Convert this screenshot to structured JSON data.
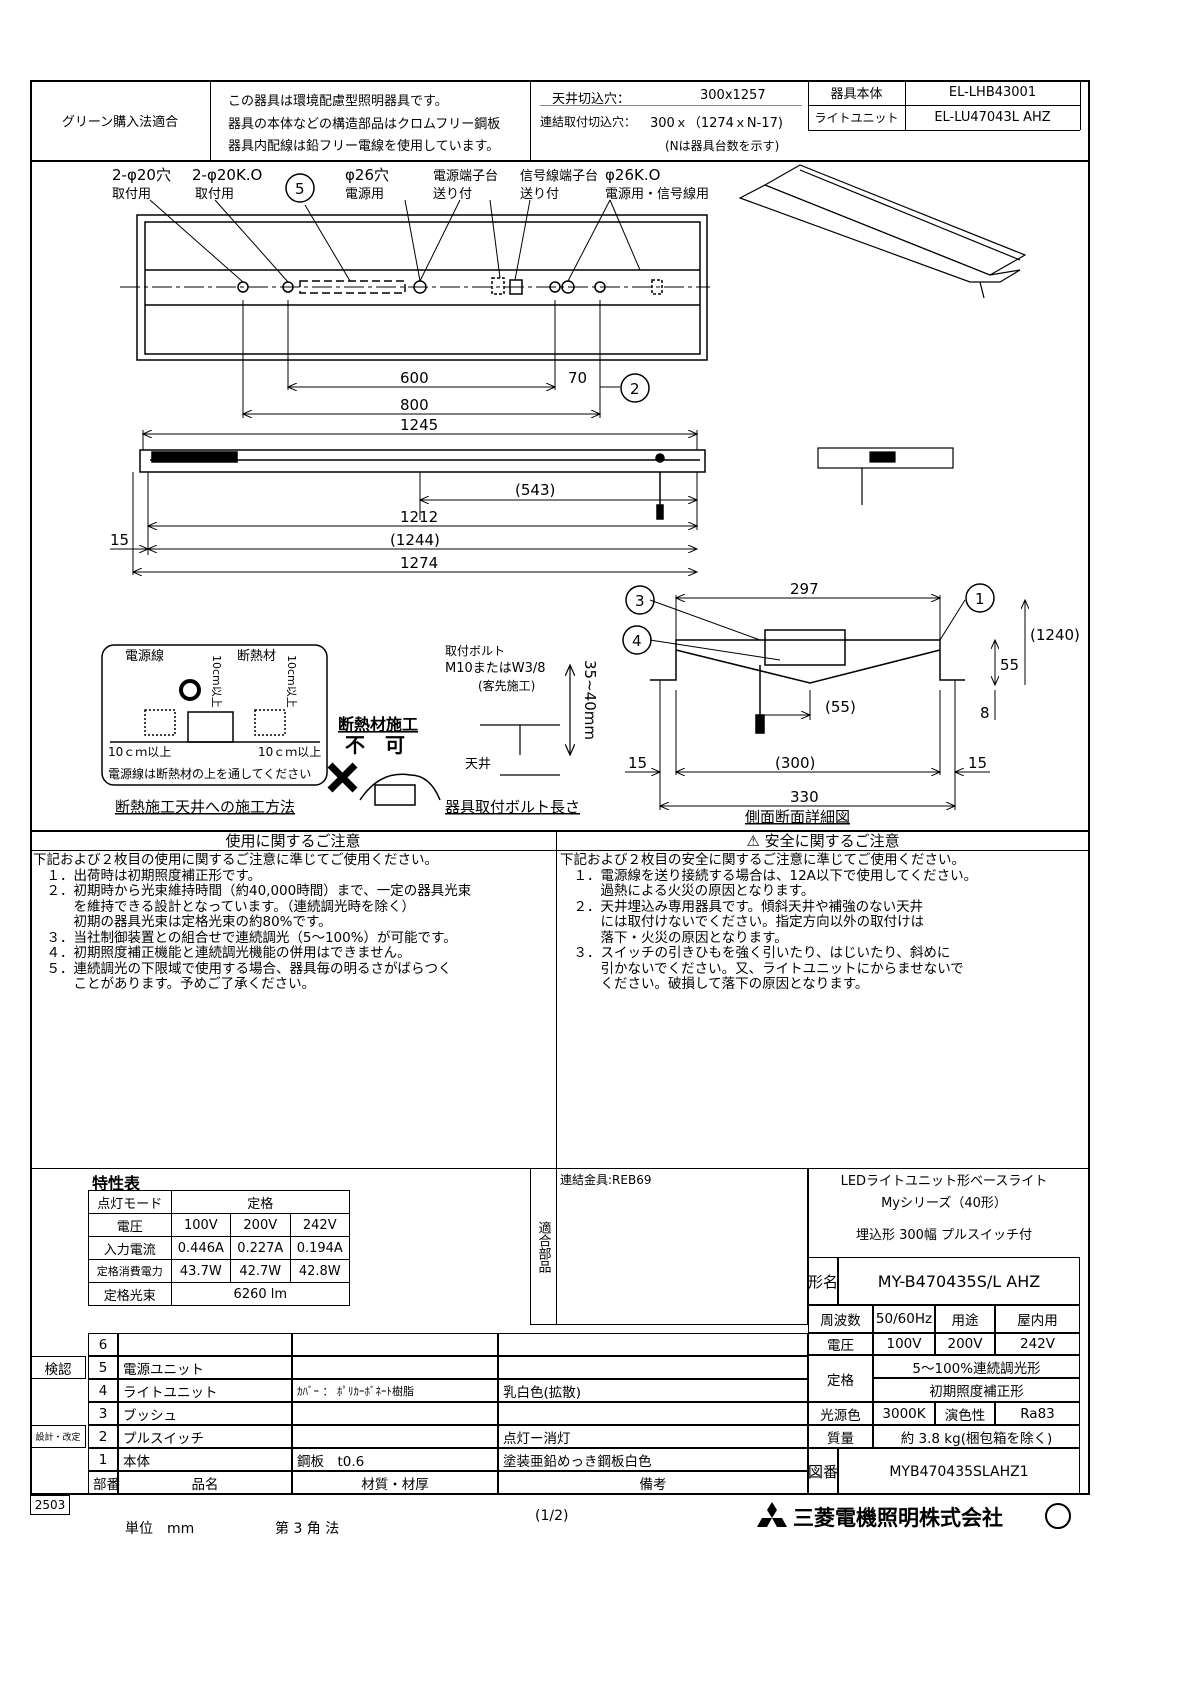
{
  "header": {
    "green": "グリーン購入法適合",
    "env_lines": [
      "この器具は環境配慮型照明器具です。",
      "器具の本体などの構造部品はクロムフリー鋼板",
      "器具内配線は鉛フリー電線を使用しています。"
    ],
    "cutout_label": "天井切込穴：",
    "cutout_value": "300x1257",
    "link_label": "連結取付切込穴：",
    "link_value": "300ｘ（1274ｘN-17)",
    "link_note": "(Nは器具台数を示す)",
    "body_label": "器具本体",
    "body_value": "EL-LHB43001",
    "unit_label": "ライトユニット",
    "unit_value": "EL-LU47043L AHZ"
  },
  "drawing": {
    "top": [
      "2-φ20穴",
      "取付用",
      "2-φ20K.O",
      "取付用",
      "5",
      "φ26穴",
      "電源用",
      "電源端子台",
      "送り付",
      "信号線端子台",
      "送り付",
      "φ26K.O",
      "電源用・信号線用",
      "600",
      "70",
      "800",
      "2"
    ],
    "side": [
      "1245",
      "(543)",
      "1212",
      "15",
      "(1244)",
      "1274"
    ],
    "section": [
      "297",
      "3",
      "1",
      "4",
      "55",
      "(1240)",
      "(55)",
      "8",
      "15",
      "(300)",
      "15",
      "330",
      "側面断面詳細図"
    ],
    "insulation": [
      "電源線",
      "断熱材",
      "10cm以上",
      "10cm以上",
      "10ｃｍ以上",
      "10ｃｍ以上",
      "電源線は断熱材の上を通してください",
      "断熱施工天井への施工方法",
      "断熱材施工",
      "不　可"
    ],
    "bolt": [
      "取付ボルト",
      "M10またはW3/8",
      "(客先施工)",
      "35~40mm",
      "天井",
      "器具取付ボルト長さ"
    ]
  },
  "notes": {
    "usage_title": "使用に関するご注意",
    "usage_text": "下記および２枚目の使用に関するご注意に準じてご使用ください。\n　１．出荷時は初期照度補正形です。\n　２．初期時から光束維持時間（約40,000時間）まで、一定の器具光束\n　　　を維持できる設計となっています。（連続調光時を除く）\n　　　初期の器具光束は定格光束の約80%です。\n　３．当社制御装置との組合せで連続調光（5～100%）が可能です。\n　４．初期照度補正機能と連続調光機能の併用はできません。\n　５．連続調光の下限域で使用する場合、器具毎の明るさがばらつく\n　　　ことがあります。予めご了承ください。",
    "safety_title": "⚠ 安全に関するご注意",
    "safety_text": "下記および２枚目の安全に関するご注意に準じてご使用ください。\n　１．電源線を送り接続する場合は、12A以下で使用してください。\n　　　過熱による火災の原因となります。\n　２．天井埋込み専用器具です。傾斜天井や補強のない天井\n　　　には取付けないでください。指定方向以外の取付けは\n　　　落下・火災の原因となります。\n　３．スイッチの引きひもを強く引いたり、はじいたり、斜めに\n　　　引かないでください。又、ライトユニットにからませないで\n　　　ください。破損して落下の原因となります。"
  },
  "spec": {
    "title": "特性表",
    "mode_label": "点灯モード",
    "mode_value": "定格",
    "voltage_label": "電圧",
    "voltages": [
      "100V",
      "200V",
      "242V"
    ],
    "current_label": "入力電流",
    "currents": [
      "0.446A",
      "0.227A",
      "0.194A"
    ],
    "power_label": "定格消費電力",
    "powers": [
      "43.7W",
      "42.7W",
      "42.8W"
    ],
    "flux_label": "定格光束",
    "flux_value": "6260 lm"
  },
  "compatible": {
    "label": "適合部品",
    "value": "連結金具:REB69"
  },
  "parts": {
    "header": [
      "部番",
      "品名",
      "材質・材厚",
      "備考"
    ],
    "rows": [
      [
        "6",
        "",
        "",
        ""
      ],
      [
        "5",
        "電源ユニット",
        "",
        ""
      ],
      [
        "4",
        "ライトユニット",
        "ｶﾊﾞｰ ： ﾎﾟﾘｶｰﾎﾞﾈｰﾄ樹脂",
        "乳白色(拡散)"
      ],
      [
        "3",
        "ブッシュ",
        "",
        ""
      ],
      [
        "2",
        "プルスイッチ",
        "",
        "点灯ー消灯"
      ],
      [
        "1",
        "本体",
        "鋼板　t0.6",
        "塗装亜鉛めっき鋼板白色"
      ]
    ],
    "check_label": "検認",
    "design_label": "設計・改定"
  },
  "product": {
    "line1": "LEDライトユニット形ベースライト",
    "line2": "Myシリーズ（40形）",
    "line3": "埋込形 300幅 プルスイッチ付",
    "model_label": "形名",
    "model": "MY-B470435S/L AHZ",
    "freq_label": "周波数",
    "freq": "50/60Hz",
    "use_label": "用途",
    "use": "屋内用",
    "voltage_label": "電圧",
    "voltages": [
      "100V",
      "200V",
      "242V"
    ],
    "rating_label": "定格",
    "rating1": "5～100%連続調光形",
    "rating2": "初期照度補正形",
    "color_label": "光源色",
    "color": "3000K",
    "cri_label": "演色性",
    "cri": "Ra83",
    "mass_label": "質量",
    "mass": "約 3.8 kg(梱包箱を除く)",
    "drawing_label": "図番",
    "drawing_no": "MYB470435SLAHZ1"
  },
  "footer": {
    "code": "2503",
    "unit": "単位　mm",
    "projection": "第 3 角 法",
    "page": "(1/2)",
    "company": "三菱電機照明株式会社"
  }
}
